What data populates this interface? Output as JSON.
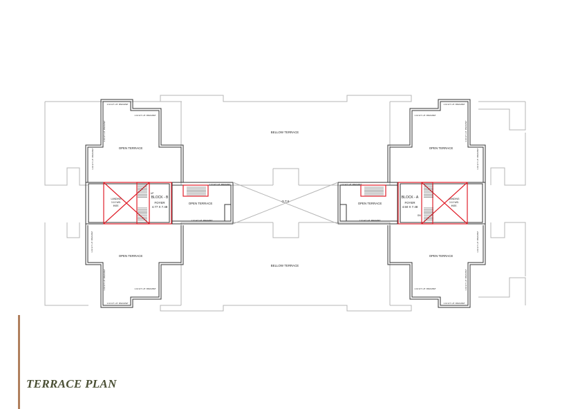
{
  "page_title": "TERRACE PLAN",
  "colors": {
    "title": "#4a4f34",
    "accent_bar": "#b07f5d",
    "outline_outer": "#b4b4b4",
    "wall": "#333333",
    "red": "#e01f2a"
  },
  "labels": {
    "bellow_terrace": "BELLOW TERRACE",
    "open_terrace": "OPEN TERRACE",
    "otsa": "O.T.S",
    "block_b": "BLOCK - B",
    "foyer_b": "FOYER",
    "foyer_b_size": "4.77 X 7.48",
    "block_a": "BLOCK - A",
    "foyer_a": "FOYER",
    "foyer_a_size": "4.50 X 7.48",
    "landing": "LANDING",
    "landing_mid": "3.10 WD.",
    "landing_b": "INSE.",
    "parapet": "1.10 HT. HT. PARAPET",
    "up": "UP",
    "dn": "DN"
  }
}
